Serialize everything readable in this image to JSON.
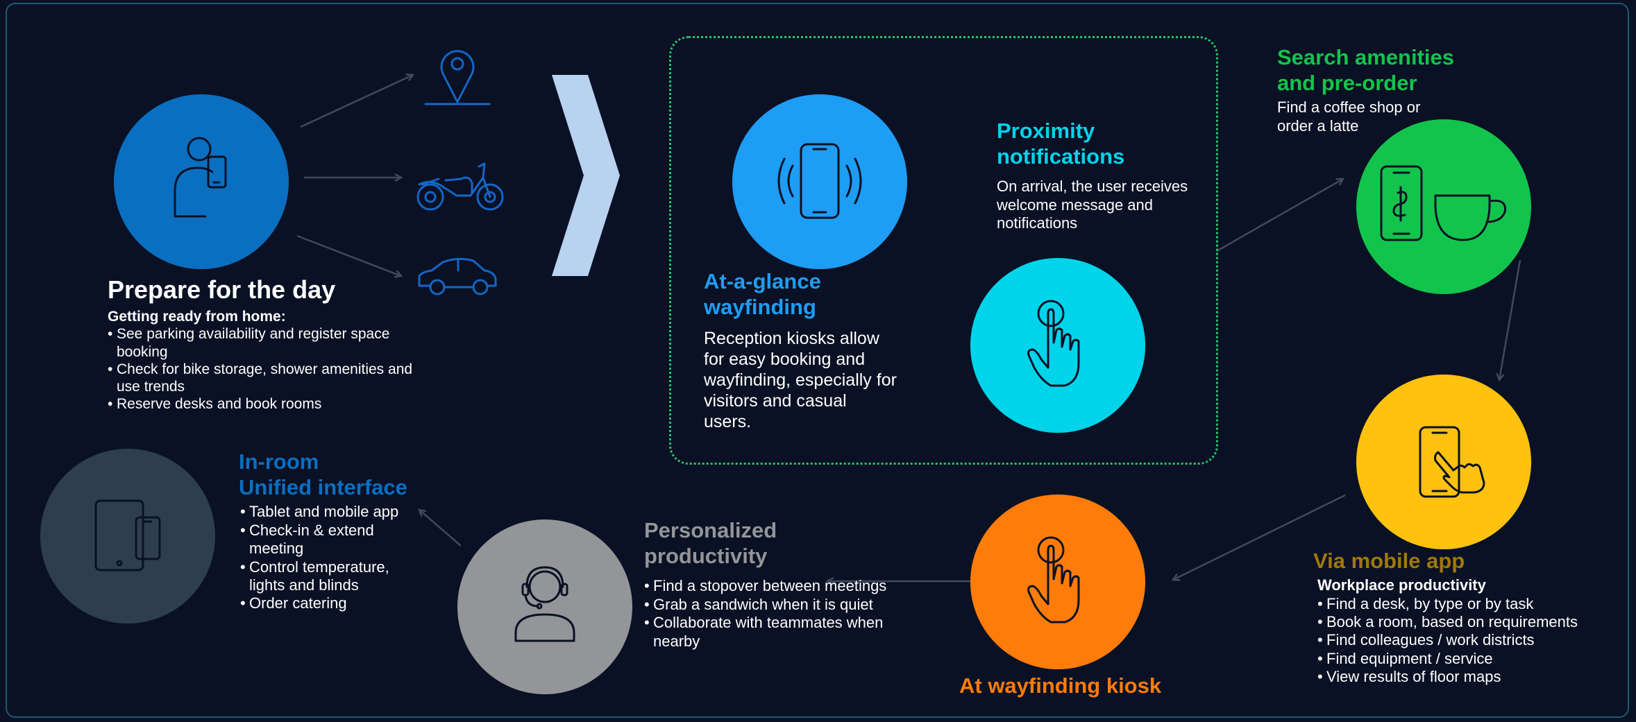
{
  "colors": {
    "background": "#0a1124",
    "prepare": "#0a6fc0",
    "wayfinding": "#1e9df5",
    "proximity": "#00d4ea",
    "amenities": "#12c44c",
    "mobile": "#ffc20e",
    "kiosk": "#ff7c0a",
    "personalized": "#939598",
    "inroom": "#2e3e4e",
    "arrow": "#3a4656",
    "chevron": "#b8d2f0"
  },
  "prepare": {
    "title": "Prepare for the day",
    "subtitle": "Getting ready from home:",
    "bullets": [
      "See parking availability and register space booking",
      "Check for bike storage, shower amenities and use trends",
      "Reserve desks and book rooms"
    ]
  },
  "wayfinding": {
    "title_line1": "At-a-glance",
    "title_line2": "wayfinding",
    "body": "Reception kiosks allow for easy booking and wayfinding, especially for visitors and casual users."
  },
  "proximity": {
    "title_line1": "Proximity",
    "title_line2": "notifications",
    "body": "On arrival, the user receives welcome message and notifications"
  },
  "amenities": {
    "title_line1": "Search amenities",
    "title_line2": "and pre-order",
    "body": "Find a coffee shop or order a latte"
  },
  "mobile": {
    "title": "Via mobile app",
    "subtitle": "Workplace productivity",
    "bullets": [
      "Find a desk, by type or by task",
      "Book a room, based on requirements",
      "Find colleagues / work districts",
      "Find equipment / service",
      "View results of floor maps"
    ]
  },
  "kiosk": {
    "title": "At wayfinding kiosk"
  },
  "personalized": {
    "title_line1": "Personalized",
    "title_line2": "productivity",
    "bullets": [
      "Find a stopover between meetings",
      "Grab a sandwich when it is quiet",
      "Collaborate with teammates when nearby"
    ]
  },
  "inroom": {
    "title_line1": "In-room",
    "title_line2": "Unified interface",
    "bullets": [
      "Tablet and mobile app",
      "Check-in & extend meeting",
      "Control temperature, lights and blinds",
      "Order catering"
    ]
  },
  "icons": {
    "prepare": "person-with-phone-icon",
    "location": "location-pin-icon",
    "motorcycle": "motorcycle-icon",
    "car": "car-icon",
    "wayfinding": "vibrating-phone-icon",
    "proximity": "tap-hand-icon",
    "amenities": "phone-and-coffee-cup-icon",
    "mobile": "phone-tap-icon",
    "kiosk": "tap-hand-icon",
    "personalized": "headset-person-icon",
    "inroom": "tablet-and-phone-icon"
  }
}
